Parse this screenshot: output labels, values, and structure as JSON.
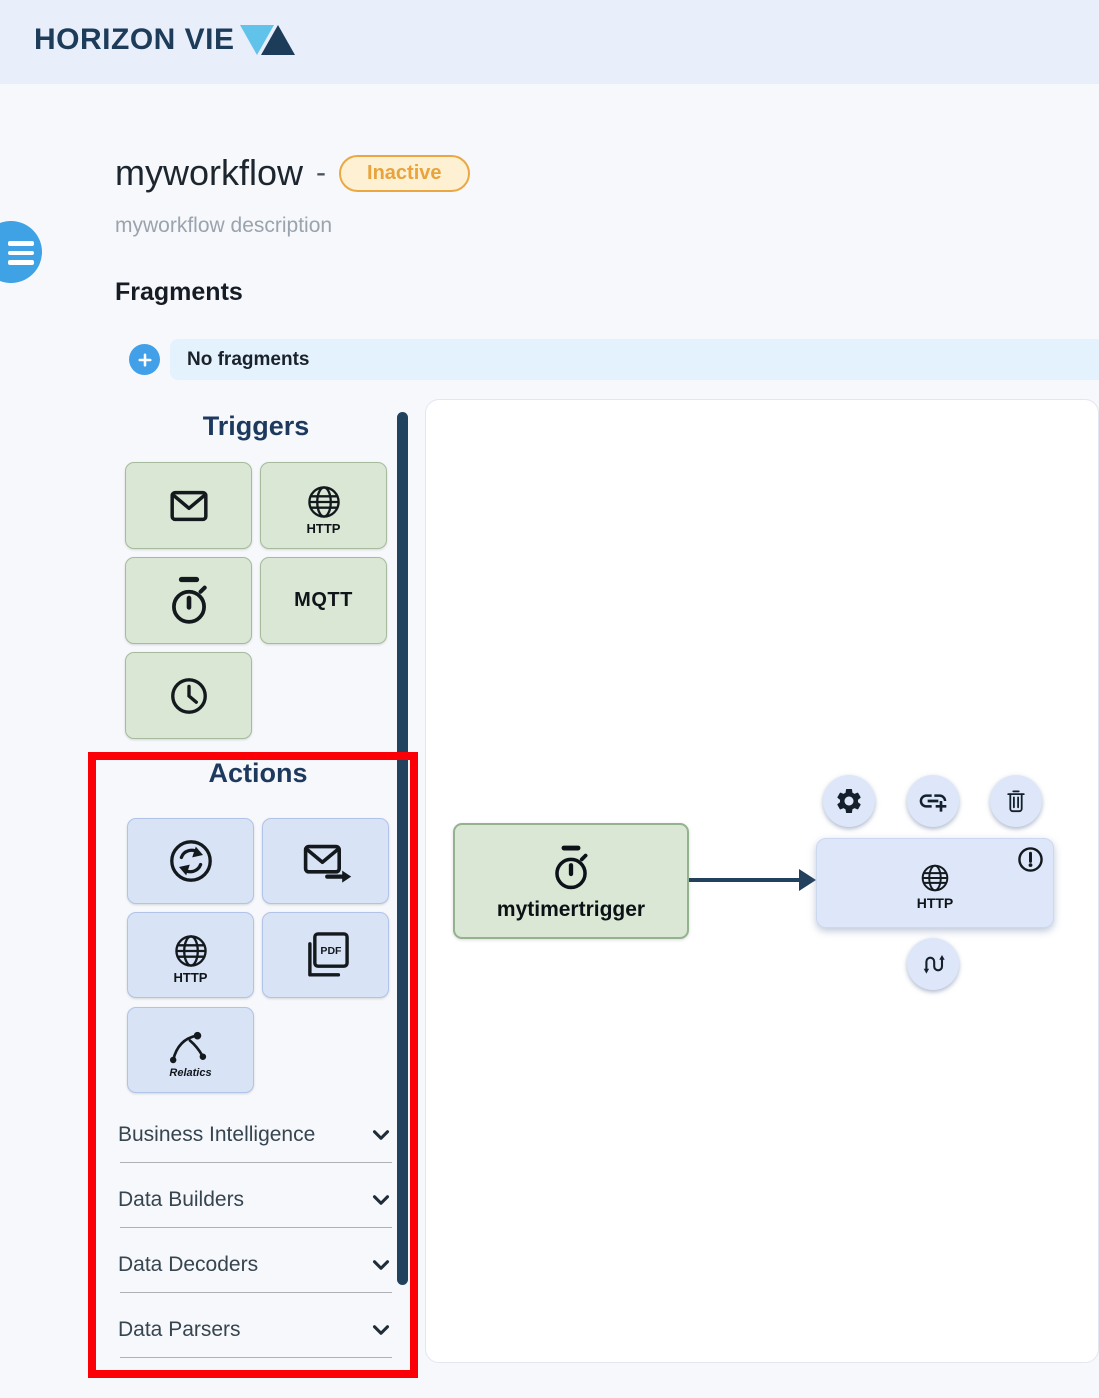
{
  "app": {
    "logo_text": "HORIZON VIE",
    "logo_mark": "light-and-dark-triangle"
  },
  "workflow": {
    "title": "myworkflow",
    "separator": "-",
    "status": "Inactive",
    "description": "myworkflow description"
  },
  "fragments": {
    "heading": "Fragments",
    "empty_text": "No fragments"
  },
  "palette": {
    "triggers": {
      "heading": "Triggers",
      "items": [
        {
          "icon": "envelope-icon"
        },
        {
          "icon": "globe-icon",
          "label": "HTTP"
        },
        {
          "icon": "stopwatch-icon"
        },
        {
          "icon": "mqtt-text",
          "label": "MQTT"
        },
        {
          "icon": "clock-icon"
        }
      ]
    },
    "actions": {
      "heading": "Actions",
      "items": [
        {
          "icon": "sync-icon"
        },
        {
          "icon": "send-email-icon"
        },
        {
          "icon": "globe-icon",
          "label": "HTTP"
        },
        {
          "icon": "pdf-icon",
          "label": "PDF"
        },
        {
          "icon": "relatics-icon",
          "label": "Relatics"
        }
      ]
    },
    "categories": [
      {
        "label": "Business Intelligence"
      },
      {
        "label": "Data Builders"
      },
      {
        "label": "Data Decoders"
      },
      {
        "label": "Data Parsers"
      }
    ]
  },
  "canvas": {
    "trigger_node": {
      "label": "mytimertrigger",
      "icon": "stopwatch-icon"
    },
    "action_node": {
      "label": "HTTP",
      "icon": "globe-icon",
      "has_error": true,
      "error_icon": "exclamation-circle-icon"
    },
    "node_toolbar": {
      "top_buttons": [
        "gear-icon",
        "add-link-icon",
        "trash-icon"
      ],
      "bottom_buttons": [
        "swap-arrows-icon"
      ]
    }
  },
  "annotation": {
    "shape": "rectangle",
    "color": "#fb0007"
  },
  "colors": {
    "header_bg": "#e9eefb",
    "page_bg": "#f7f8fc",
    "accent_blue": "#41a0e8",
    "badge_text": "#e8a33c",
    "badge_bg": "#fdf0d3",
    "trigger_tile_bg": "#d9e7d4",
    "trigger_tile_border": "#a6bb9d",
    "action_tile_bg": "#d8e3f6",
    "action_tile_border": "#b2c3e9",
    "navy": "#1d3a5e",
    "connector": "#23415c",
    "annotation_red": "#fb0007",
    "error_red": "#e8252c",
    "fragments_bar_bg": "#e4f2fe"
  }
}
